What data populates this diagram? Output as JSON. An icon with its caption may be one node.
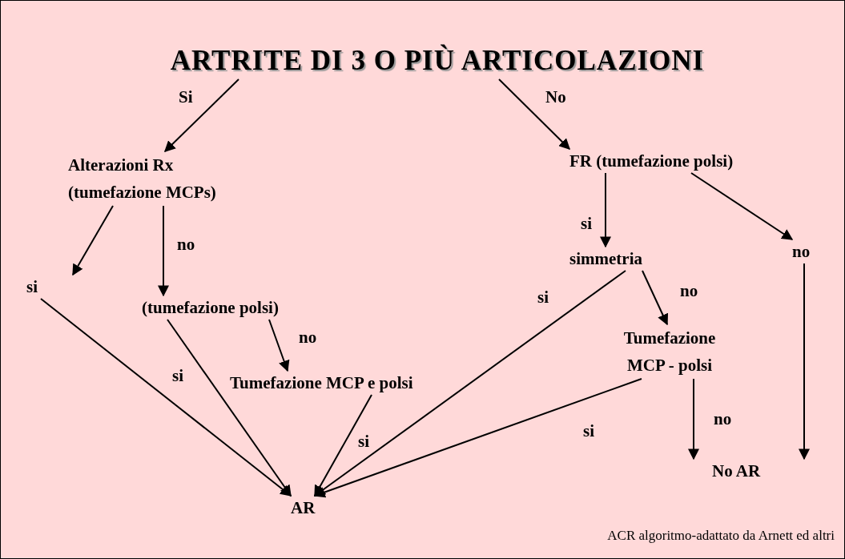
{
  "diagram": {
    "caption": "ACR algoritmo-adattato da Arnett ed altri",
    "nodes": [
      {
        "text": [
          "ARTRITE DI 3 O PIÙ ARTICOLAZIONI"
        ]
      },
      {
        "text": [
          "Alterazioni Rx (tumefazione MCPs)"
        ]
      },
      {
        "text": [
          "FR (tumefazione polsi)"
        ]
      },
      {
        "text": [
          "si"
        ]
      },
      {
        "text": [
          "(tumefazione polsi)"
        ]
      },
      {
        "text": [
          "Tumefazione MCP e polsi"
        ]
      },
      {
        "text": [
          "simmetria"
        ]
      },
      {
        "text": [
          "no"
        ]
      },
      {
        "text": [
          "Tumefazione MCP - polsi"
        ]
      },
      {
        "text": [
          "AR"
        ]
      },
      {
        "text": [
          "No AR"
        ]
      }
    ],
    "edges": [
      {
        "from": 0,
        "to": 1,
        "arrow": "to",
        "label": "Si"
      },
      {
        "from": 0,
        "to": 2,
        "arrow": "to",
        "label": "No"
      },
      {
        "from": 1,
        "to": 3,
        "arrow": "to"
      },
      {
        "from": 1,
        "to": 4,
        "arrow": "to",
        "label": "no"
      },
      {
        "from": 2,
        "to": 6,
        "arrow": "to",
        "label": "si"
      },
      {
        "from": 2,
        "to": 7,
        "arrow": "to"
      },
      {
        "from": 3,
        "to": 9,
        "arrow": "to"
      },
      {
        "from": 4,
        "to": 9,
        "arrow": "to",
        "label": "si"
      },
      {
        "from": 4,
        "to": 5,
        "arrow": "to",
        "label": "no"
      },
      {
        "from": 5,
        "to": 9,
        "arrow": "to",
        "label": "si"
      },
      {
        "from": 6,
        "to": 9,
        "arrow": "to",
        "label": "si"
      },
      {
        "from": 6,
        "to": 8,
        "arrow": "to",
        "label": "no"
      },
      {
        "from": 8,
        "to": 9,
        "arrow": "to",
        "label": "si"
      },
      {
        "from": 8,
        "to": 10,
        "arrow": "to",
        "label": "no"
      },
      {
        "from": 7,
        "to": 10,
        "arrow": "to"
      }
    ]
  }
}
